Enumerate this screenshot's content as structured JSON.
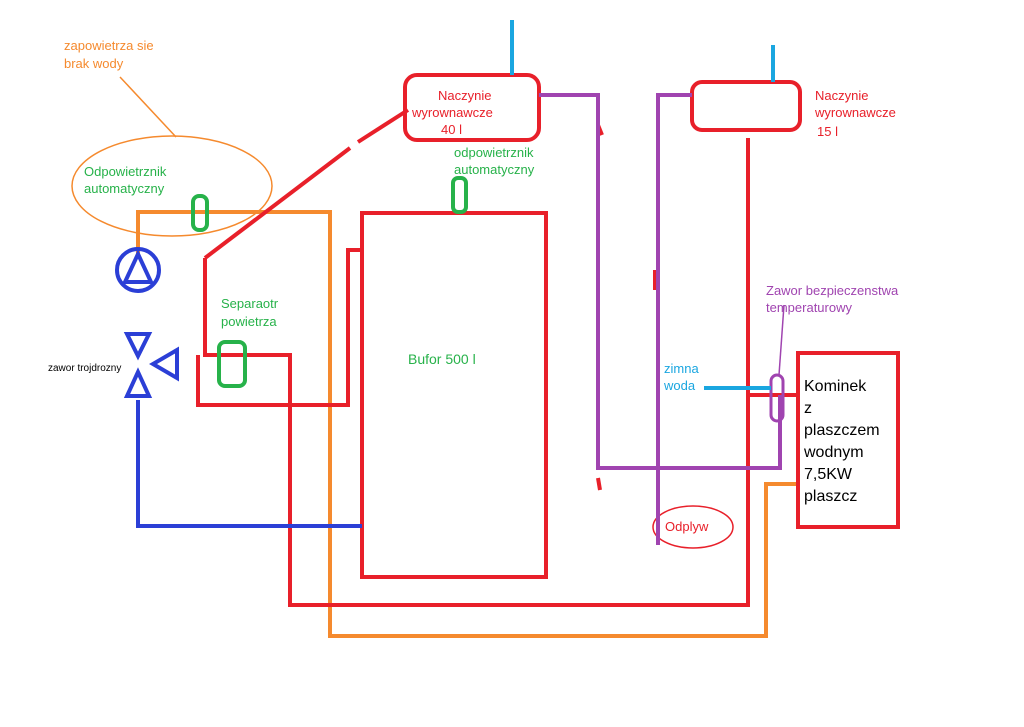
{
  "colors": {
    "red": "#e8202a",
    "orange": "#f58a2e",
    "blue": "#2b3fd6",
    "green": "#27b24a",
    "purple": "#a044b0",
    "cyan": "#1aa6e0",
    "black": "#000000"
  },
  "labels": {
    "air_note_line1": "zapowietrza sie",
    "air_note_line2": "brak wody",
    "auto_vent_left_line1": "Odpowietrznik",
    "auto_vent_left_line2": "automatyczny",
    "auto_vent_top_line1": "odpowietrznik",
    "auto_vent_top_line2": "automatyczny",
    "expansion_40_line1": "Naczynie",
    "expansion_40_line2": "wyrownawcze",
    "expansion_40_cap": "40 l",
    "expansion_15_line1": "Naczynie",
    "expansion_15_line2": "wyrownawcze",
    "expansion_15_cap": "15 l",
    "separator_line1": "Separaotr",
    "separator_line2": "powietrza",
    "buffer": "Bufor 500 l",
    "three_way_valve": "zawor trojdrozny",
    "safety_valve_line1": "Zawor bezpieczenstwa",
    "safety_valve_line2": "temperaturowy",
    "cold_water_line1": "zimna",
    "cold_water_line2": "woda",
    "drain": "Odplyw",
    "fireplace_lines": [
      "Kominek",
      "z",
      "plaszczem",
      "wodnym",
      "7,5KW",
      "plaszcz"
    ]
  },
  "icons": {
    "pump": "circulation-pump-icon",
    "valve": "three-way-valve-icon"
  }
}
